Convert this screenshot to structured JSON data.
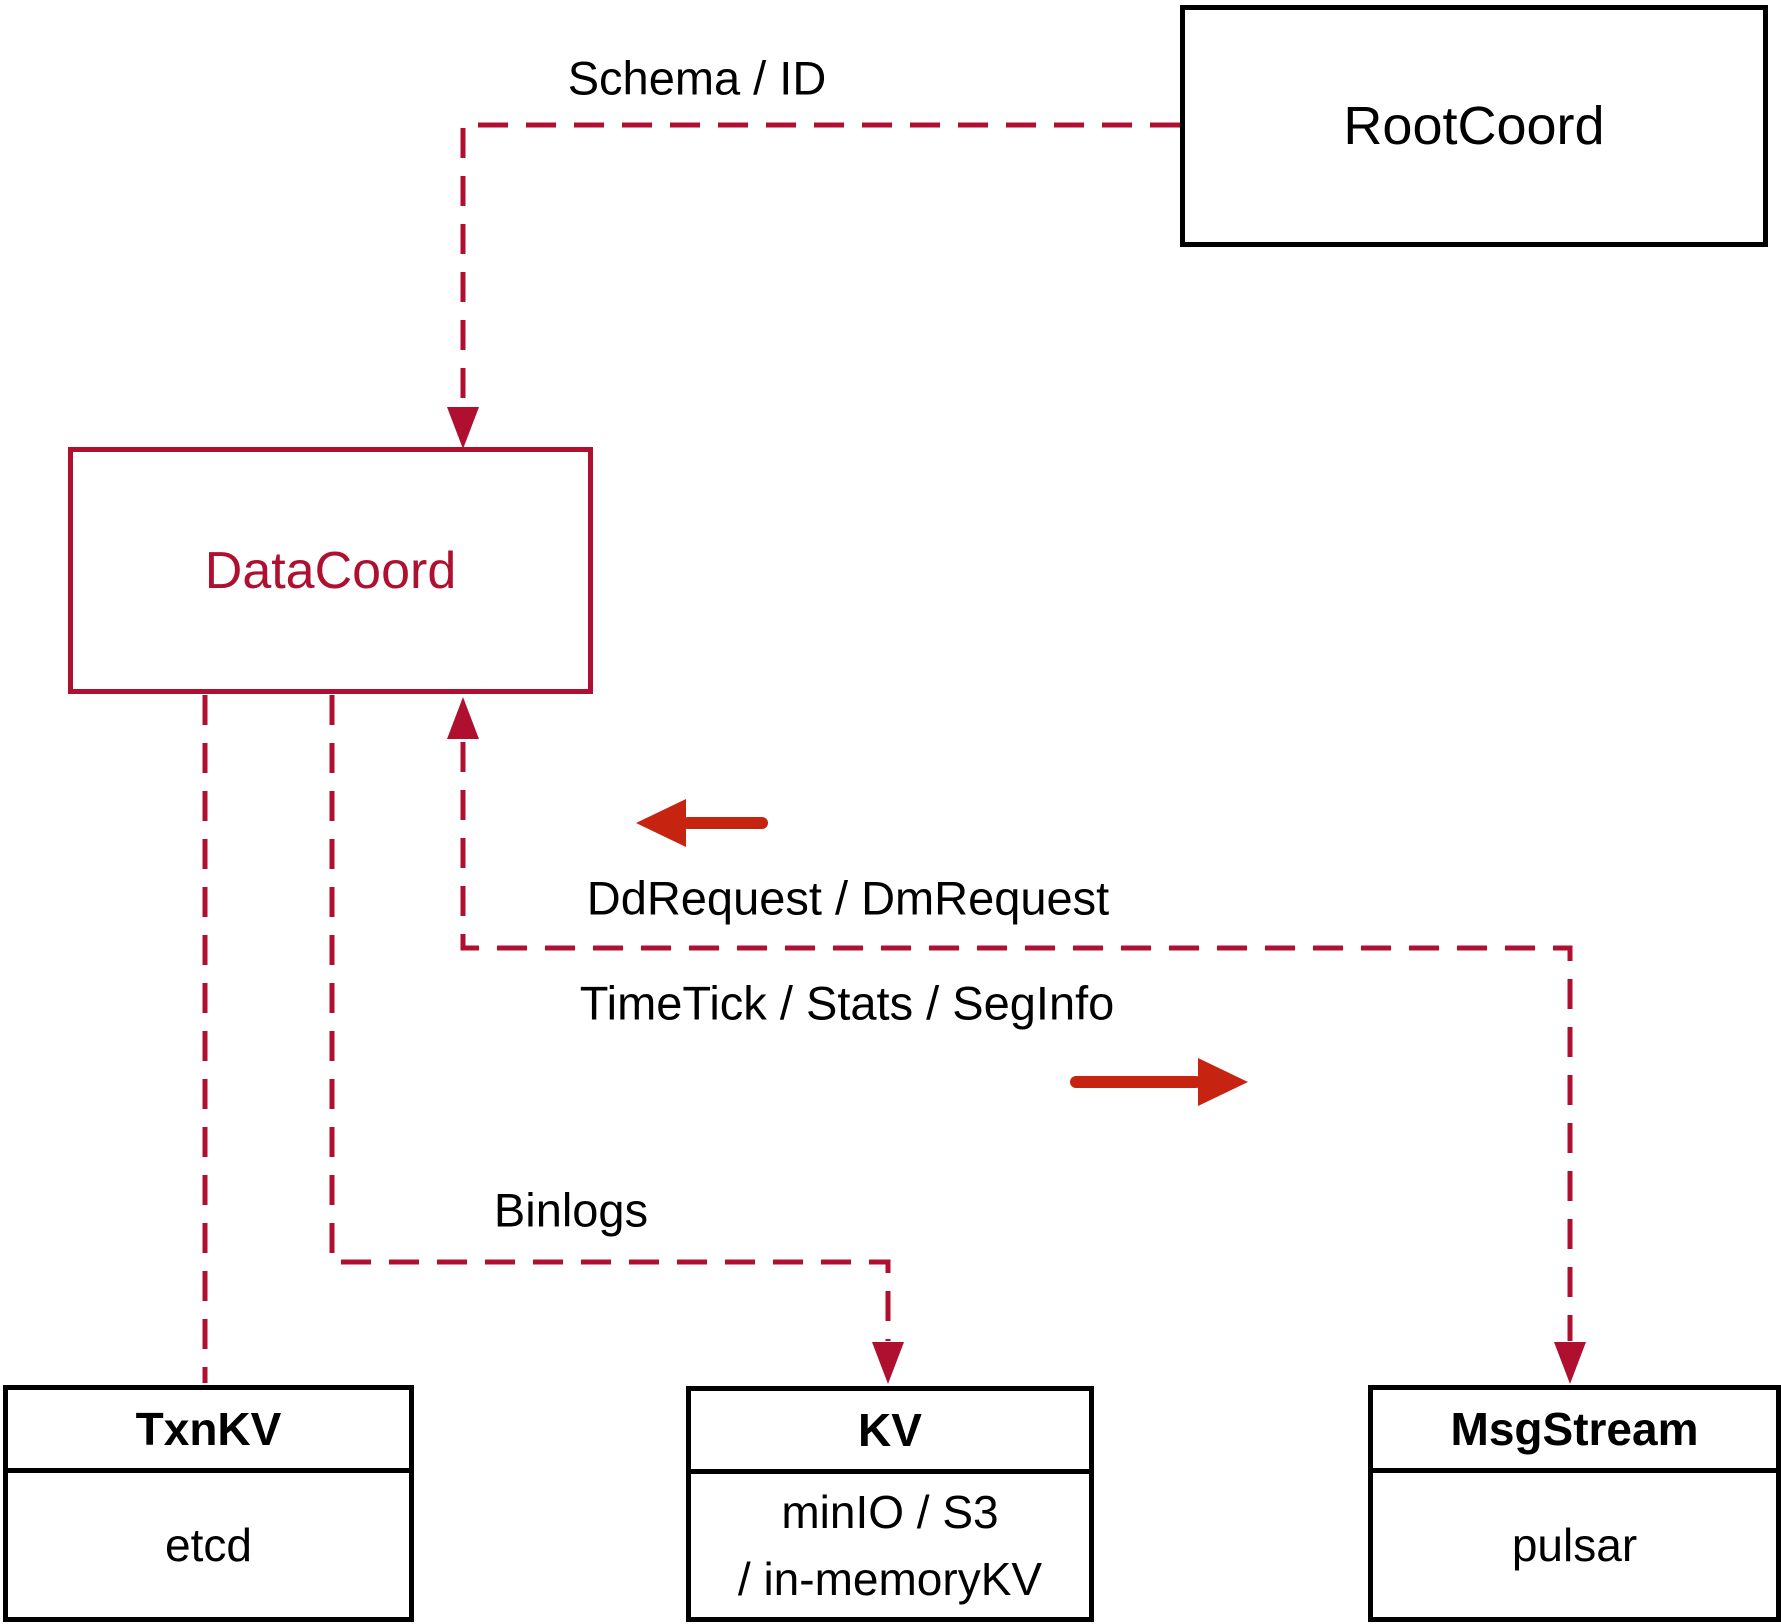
{
  "nodes": {
    "rootcoord": {
      "label": "RootCoord"
    },
    "datacoord": {
      "label": "DataCoord"
    },
    "txnkv": {
      "title": "TxnKV",
      "content": "etcd"
    },
    "kv": {
      "title": "KV",
      "content_line1": "minIO / S3",
      "content_line2": "/ in-memoryKV"
    },
    "msgstream": {
      "title": "MsgStream",
      "content": "pulsar"
    }
  },
  "edges": {
    "schema_id_label": "Schema / ID",
    "ddrequest_label": "DdRequest / DmRequest",
    "timetick_label": "TimeTick / Stats / SegInfo",
    "binlogs_label": "Binlogs"
  },
  "colors": {
    "dashed_line": "#b01030",
    "solid_arrow": "#c62310",
    "box_border": "#000000",
    "text_color": "#000000",
    "bg": "#ffffff"
  }
}
